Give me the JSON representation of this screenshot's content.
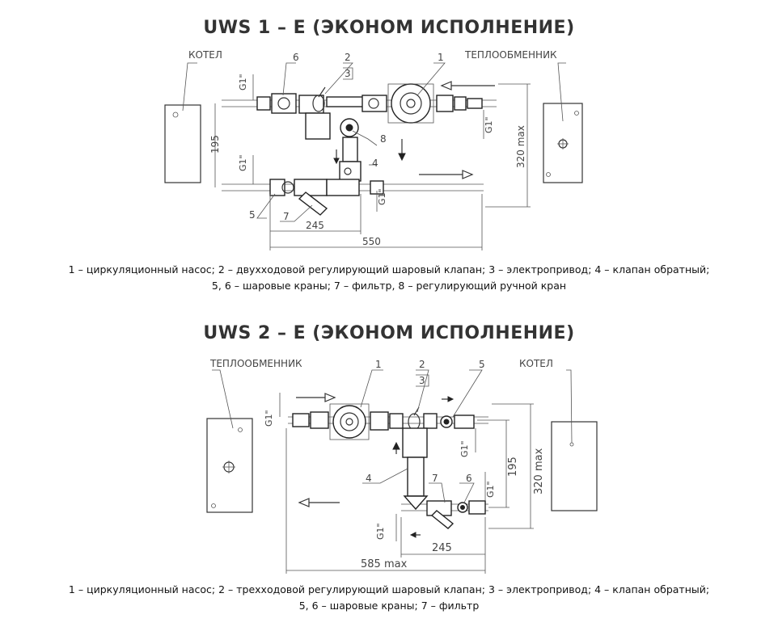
{
  "diagram1": {
    "title": "UWS 1 – E (ЭКОНОМ ИСПОЛНЕНИЕ)",
    "labels": {
      "boiler": "КОТЕЛ",
      "exchanger": "ТЕПЛООБМЕННИК",
      "n1": "1",
      "n2": "2",
      "n3": "3",
      "n4": "4",
      "n5": "5",
      "n6": "6",
      "n7": "7",
      "n8": "8",
      "g1_top": "G1\"",
      "g1_bottom": "G1\"",
      "g1_right": "G1\"",
      "g1_mid": "G1\""
    },
    "dimensions": {
      "height": "195",
      "max_height": "320 max",
      "width_a": "245",
      "width_b": "550"
    },
    "caption_line1": "1 – циркуляционный насос; 2 – двухходовой регулирующий шаровый клапан; 3 – электропривод; 4 – клапан обратный;",
    "caption_line2": "5, 6 – шаровые краны; 7 – фильтр, 8 – регулирующий ручной кран"
  },
  "diagram2": {
    "title": "UWS 2 – E (ЭКОНОМ ИСПОЛНЕНИЕ)",
    "labels": {
      "exchanger": "ТЕПЛООБМЕННИК",
      "boiler": "КОТЕЛ",
      "n1": "1",
      "n2": "2",
      "n3": "3",
      "n4": "4",
      "n5": "5",
      "n6": "6",
      "n7": "7",
      "g1_top": "G1\"",
      "g1_right": "G1\"",
      "g1_right2": "G1\"",
      "g1_bottom": "G1\""
    },
    "dimensions": {
      "height": "195",
      "max_height": "320 max",
      "width_a": "245",
      "width_b": "585 max"
    },
    "caption_line1": "1 – циркуляционный насос; 2 – трехходовой регулирующий шаровый клапан; 3 – электропривод; 4 – клапан обратный;",
    "caption_line2": "5, 6 – шаровые краны; 7 – фильтр"
  }
}
